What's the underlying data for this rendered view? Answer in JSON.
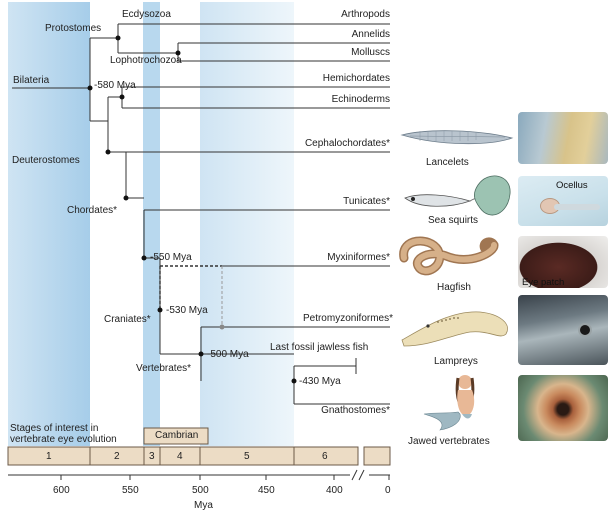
{
  "tree": {
    "clades": {
      "bilateria": "Bilateria",
      "protostomes": "Protostomes",
      "ecdysozoa": "Ecdysozoa",
      "lophotrochozoa": "Lophotrochozoa",
      "deuterostomes": "Deuterostomes",
      "chordates": "Chordates*",
      "craniates": "Craniates*",
      "vertebrates": "Vertebrates*"
    },
    "taxa": {
      "arthropods": "Arthropods",
      "annelids": "Annelids",
      "molluscs": "Molluscs",
      "hemichordates": "Hemichordates",
      "echinoderms": "Echinoderms",
      "cephalochordates": "Cephalochordates*",
      "tunicates": "Tunicates*",
      "myxiniformes": "Myxiniformes*",
      "petromyzoniformes": "Petromyzoniformes*",
      "last_fossil": "Last fossil jawless fish",
      "gnathostomes": "Gnathostomes*"
    },
    "node_ages": {
      "mya580": "-580 Mya",
      "mya550": "-550 Mya",
      "mya530": "-530 Mya",
      "mya500": "-500 Mya",
      "mya430": "-430 Mya"
    }
  },
  "stages": {
    "title_line1": "Stages of interest in",
    "title_line2": "vertebrate eye evolution",
    "cambrian": "Cambrian",
    "numbers": [
      "1",
      "2",
      "3",
      "4",
      "5",
      "6"
    ]
  },
  "axis": {
    "label": "Mya",
    "ticks": [
      "600",
      "550",
      "500",
      "450",
      "400",
      "0"
    ]
  },
  "animals": {
    "lancelets": "Lancelets",
    "sea_squirts": "Sea squirts",
    "hagfish": "Hagfish",
    "lampreys": "Lampreys",
    "jawed": "Jawed vertebrates"
  },
  "photo_labels": {
    "ocellus": "Ocellus",
    "eye_patch": "Eye patch"
  },
  "colors": {
    "band_light": "#d5e8f4",
    "band_mid": "#b5d6ec",
    "band_dark": "#8ec0e1",
    "stage_fill": "#ecdcc5",
    "stage_stroke": "#6b5a48",
    "line": "#333333"
  }
}
